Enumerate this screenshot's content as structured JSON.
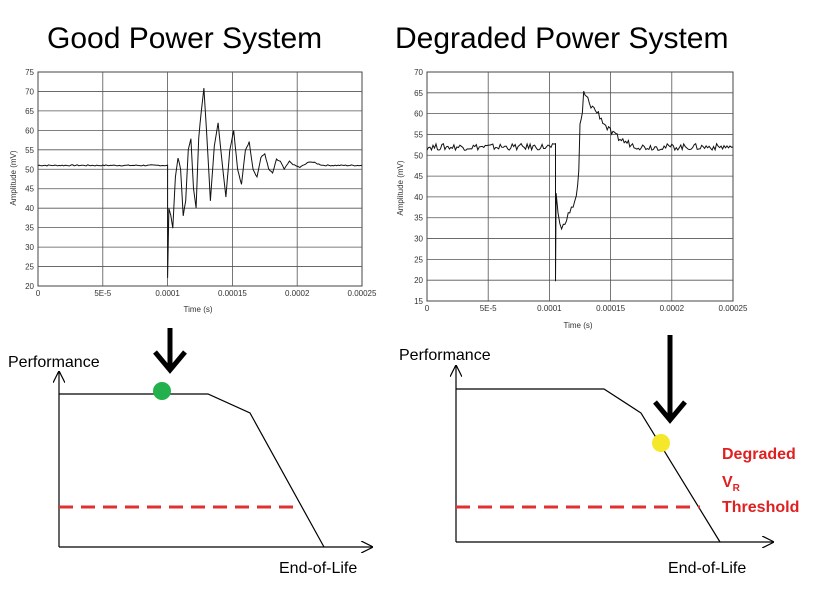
{
  "titles": {
    "left": "Good Power System",
    "right": "Degraded Power System"
  },
  "colors": {
    "good_dot": "#22b14c",
    "degraded_dot": "#f5e82a",
    "threshold": "#e03030",
    "annotation": "#e02020"
  },
  "chart_data": [
    {
      "type": "line",
      "xlabel": "Time (s)",
      "ylabel": "Amplitude (mV)",
      "xlim": [
        0,
        0.00025
      ],
      "ylim": [
        20,
        75
      ],
      "x_ticks": [
        "0",
        "5E-5",
        "0.0001",
        "0.00015",
        "0.0002",
        "0.00025"
      ],
      "y_ticks": [
        "20",
        "25",
        "30",
        "35",
        "40",
        "45",
        "50",
        "55",
        "60",
        "65",
        "70",
        "75"
      ],
      "grid": true,
      "series": [
        {
          "x": [
            0,
            0.0001,
            0.0001,
            0.000101,
            0.0001025,
            0.000104,
            0.000106,
            0.000108,
            0.00011,
            0.000112,
            0.000114,
            0.000116,
            0.000118,
            0.00012,
            0.000122,
            0.000124,
            0.000126,
            0.000128,
            0.00013,
            0.000133,
            0.000136,
            0.000139,
            0.000142,
            0.000145,
            0.000148,
            0.000151,
            0.000154,
            0.000157,
            0.00016,
            0.000163,
            0.000166,
            0.000169,
            0.000172,
            0.000175,
            0.000178,
            0.000181,
            0.000184,
            0.000187,
            0.00019,
            0.000194,
            0.000198,
            0.000202,
            0.00021,
            0.00022,
            0.000235,
            0.00025
          ],
          "y": [
            51,
            51,
            22,
            40,
            38,
            35,
            48,
            53,
            50,
            38,
            42,
            55,
            58,
            45,
            40,
            58,
            65,
            71,
            60,
            42,
            56,
            62,
            52,
            43,
            55,
            60,
            50,
            46,
            55,
            57,
            50,
            48,
            53,
            54,
            50,
            49,
            52.5,
            52,
            50,
            52,
            51,
            50.5,
            52,
            51,
            51,
            51
          ]
        }
      ]
    },
    {
      "type": "line",
      "xlabel": "Time (s)",
      "ylabel": "Amplitude (mV)",
      "xlim": [
        0,
        0.00025
      ],
      "ylim": [
        15,
        70
      ],
      "x_ticks": [
        "0",
        "5E-5",
        "0.0001",
        "0.00015",
        "0.0002",
        "0.00025"
      ],
      "y_ticks": [
        "15",
        "20",
        "25",
        "30",
        "35",
        "40",
        "45",
        "50",
        "55",
        "60",
        "65",
        "70"
      ],
      "grid": true,
      "series": [
        {
          "x": [
            0,
            0.000105,
            0.000105,
            0.0001055,
            0.000107,
            0.00011,
            0.000114,
            0.000118,
            0.000122,
            0.000124,
            0.000125,
            0.000127,
            0.000128,
            0.00013,
            0.000134,
            0.00014,
            0.000146,
            0.000152,
            0.00016,
            0.000168,
            0.000175,
            0.000185,
            0.0002,
            0.00025
          ],
          "y": [
            52,
            52,
            20,
            41,
            36,
            32,
            35,
            37,
            40,
            46,
            57,
            60,
            65,
            64,
            62,
            60,
            57,
            55,
            53.5,
            52.5,
            52,
            52,
            52,
            52
          ]
        }
      ]
    }
  ],
  "performance": {
    "left": {
      "y_label": "Performance",
      "x_label": "End-of-Life"
    },
    "right": {
      "y_label": "Performance",
      "x_label": "End-of-Life",
      "annotation_line1": "Degraded",
      "annotation_v": "V",
      "annotation_sub": "R",
      "annotation_line3": "Threshold"
    }
  }
}
